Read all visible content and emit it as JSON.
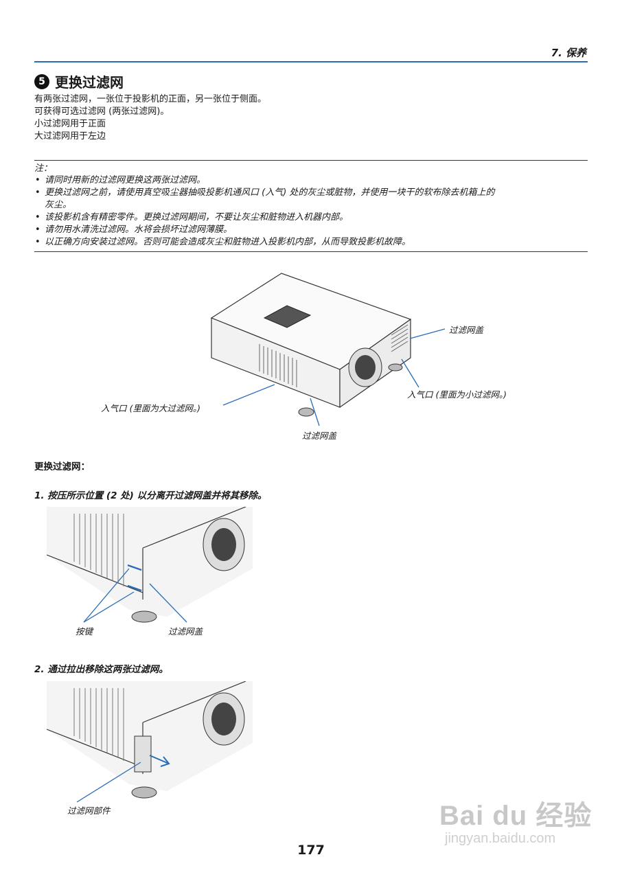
{
  "header": {
    "chapter": "7. 保养"
  },
  "section": {
    "number": "5",
    "title": "更换过滤网"
  },
  "intro": [
    "有两张过滤网，一张位于投影机的正面，另一张位于侧面。",
    "可获得可选过滤网 (两张过滤网)。",
    "小过滤网用于正面",
    "大过滤网用于左边"
  ],
  "notes": {
    "heading": "注：",
    "bullet": "•",
    "items": [
      "请同时用新的过滤网更换这两张过滤网。",
      "更换过滤网之前，请使用真空吸尘器抽吸投影机通风口 (入气) 处的灰尘或脏物，并使用一块干的软布除去机箱上的",
      "灰尘。",
      "该投影机含有精密零件。更换过滤网期间，不要让灰尘和脏物进入机器内部。",
      "请勿用水清洗过滤网。水将会损坏过滤网薄膜。",
      "以正确方向安装过滤网。否则可能会造成灰尘和脏物进入投影机内部，从而导致投影机故障。"
    ]
  },
  "figure_main": {
    "label_filter_cover_right": "过滤网盖",
    "label_intake_small": "入气口 (里面为小过滤网。)",
    "label_intake_large": "入气口 (里面为大过滤网。)",
    "label_filter_cover_bottom": "过滤网盖"
  },
  "procedure": {
    "heading": "更换过滤网："
  },
  "steps": [
    {
      "text": "1. 按压所示位置 (2 处) 以分离开过滤网盖并将其移除。",
      "labels": [
        "按键",
        "过滤网盖"
      ]
    },
    {
      "text": "2. 通过拉出移除这两张过滤网。",
      "labels": [
        "过滤网部件"
      ]
    }
  ],
  "footer": {
    "page_number": "177"
  },
  "watermark": {
    "logo": "Bai du 经验",
    "url": "jingyan.baidu.com"
  },
  "colors": {
    "accent_rule": "#2a6db5",
    "callout_line": "#2a6db5"
  }
}
